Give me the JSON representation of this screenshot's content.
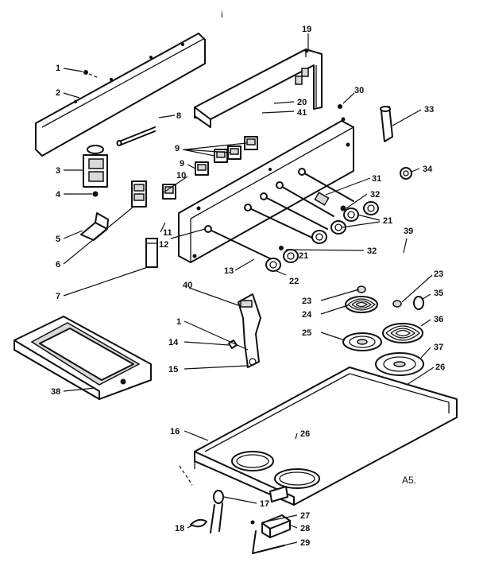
{
  "diagram": {
    "corner_mark": "i",
    "drawing_code": "A5.",
    "callouts": {
      "c1a": "1",
      "c1b": "1",
      "c2": "2",
      "c3": "3",
      "c4": "4",
      "c5": "5",
      "c6": "6",
      "c7": "7",
      "c8": "8",
      "c9a": "9",
      "c9b": "9",
      "c10": "10",
      "c11": "11",
      "c12": "12",
      "c13": "13",
      "c14": "14",
      "c15": "15",
      "c16": "16",
      "c17": "17",
      "c18": "18",
      "c19": "19",
      "c20": "20",
      "c21a": "21",
      "c21b": "21",
      "c22": "22",
      "c23a": "23",
      "c23b": "23",
      "c24": "24",
      "c25": "25",
      "c26a": "26",
      "c26b": "26",
      "c27": "27",
      "c28": "28",
      "c29": "29",
      "c30": "30",
      "c31": "31",
      "c32a": "32",
      "c32b": "32",
      "c33": "33",
      "c34": "34",
      "c35": "35",
      "c36": "36",
      "c37": "37",
      "c38": "38",
      "c39": "39",
      "c40": "40",
      "c41": "41"
    }
  }
}
